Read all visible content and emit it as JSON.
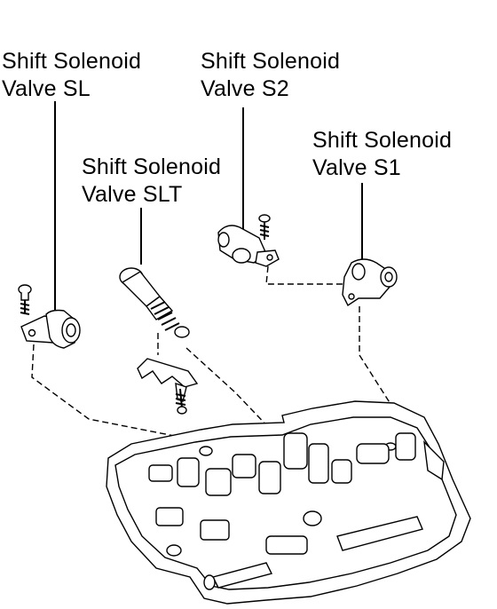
{
  "labels": {
    "sl": {
      "line1": "Shift Solenoid",
      "line2": "Valve SL"
    },
    "s2": {
      "line1": "Shift Solenoid",
      "line2": "Valve S2"
    },
    "s1": {
      "line1": "Shift Solenoid",
      "line2": "Valve S1"
    },
    "slt": {
      "line1": "Shift Solenoid",
      "line2": "Valve SLT"
    }
  }
}
